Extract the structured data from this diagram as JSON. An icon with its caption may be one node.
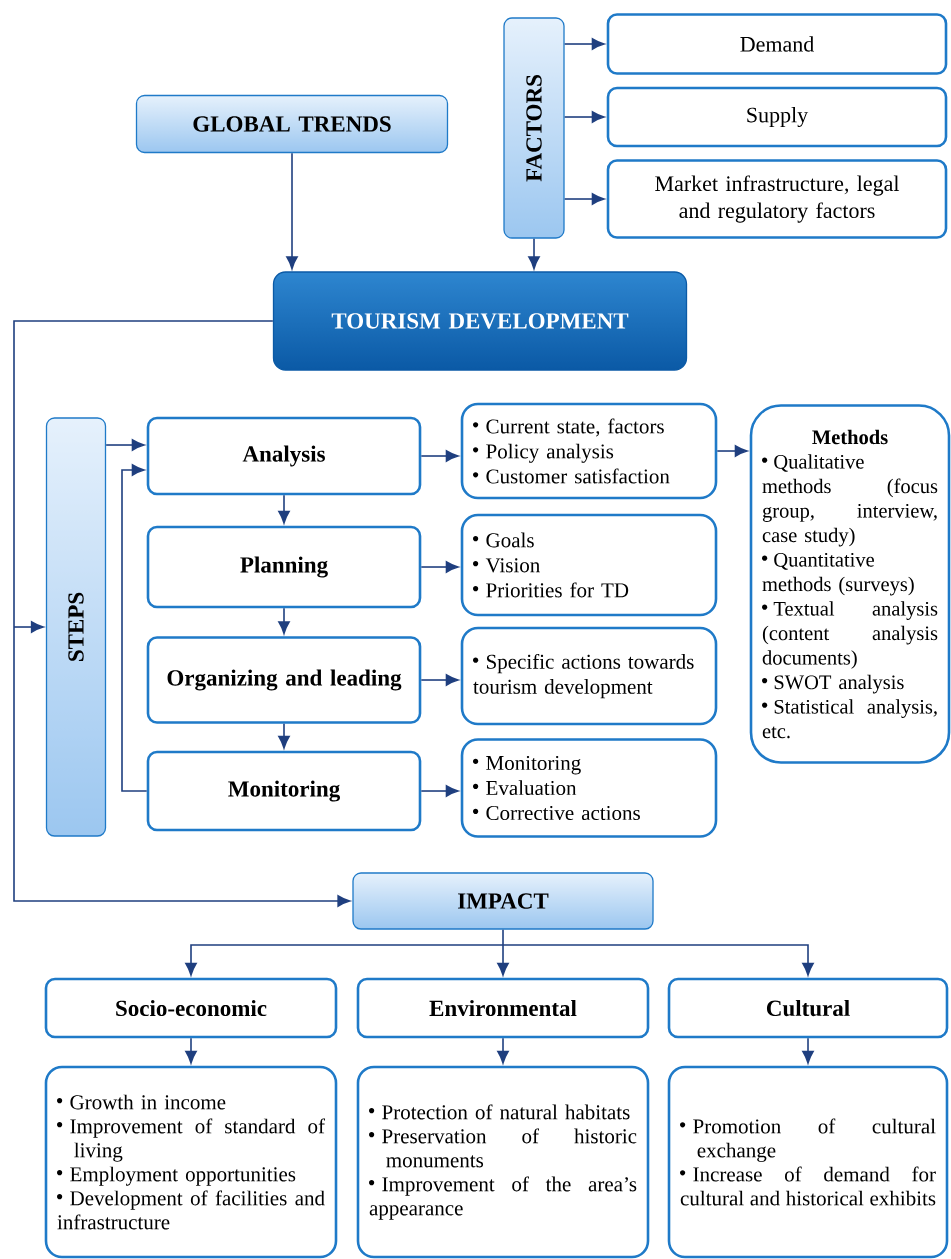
{
  "diagram": {
    "nodes": [
      {
        "text": [
          "GLOBAL TRENDS"
        ]
      },
      {
        "text": [
          "FACTORS"
        ]
      },
      {
        "text": [
          "Demand"
        ]
      },
      {
        "text": [
          "Supply"
        ]
      },
      {
        "text": [
          "Market infrastructure, legal and regulatory factors"
        ]
      },
      {
        "text": [
          "TOURISM DEVELOPMENT"
        ]
      },
      {
        "text": [
          "STEPS"
        ]
      },
      {
        "text": [
          "Analysis"
        ]
      },
      {
        "text": [
          "Current state, factors",
          "Policy analysis",
          "Customer satisfaction"
        ]
      },
      {
        "text": [
          "Methods",
          "Qualitative methods (focus group, interview, case study)",
          "Quantitative methods (surveys)",
          "Textual analysis (content analysis documents)",
          "SWOT analysis",
          "Statistical analysis, etc."
        ]
      },
      {
        "text": [
          "Planning"
        ]
      },
      {
        "text": [
          "Goals",
          "Vision",
          "Priorities for TD"
        ]
      },
      {
        "text": [
          "Organizing and leading"
        ]
      },
      {
        "text": [
          "Specific actions towards tourism development"
        ]
      },
      {
        "text": [
          "Monitoring"
        ]
      },
      {
        "text": [
          "Monitoring",
          "Evaluation",
          "Corrective actions"
        ]
      },
      {
        "text": [
          "IMPACT"
        ]
      },
      {
        "text": [
          "Socio-economic"
        ]
      },
      {
        "text": [
          "Environmental"
        ]
      },
      {
        "text": [
          "Cultural"
        ]
      },
      {
        "text": [
          "Growth in income",
          "Improvement of standard of living",
          "Employment opportunities",
          "Development of facilities and infrastructure"
        ]
      },
      {
        "text": [
          "Protection of natural habitats",
          "Preservation of historic monuments",
          "Improvement of the area’s appearance"
        ]
      },
      {
        "text": [
          "Promotion of cultural exchange",
          "Increase of demand for cultural and historical exhibits"
        ]
      }
    ],
    "edges": [
      {
        "from": 1,
        "to": 2,
        "arrow": "to"
      },
      {
        "from": 1,
        "to": 3,
        "arrow": "to"
      },
      {
        "from": 1,
        "to": 4,
        "arrow": "to"
      },
      {
        "from": 0,
        "to": 5,
        "arrow": "to"
      },
      {
        "from": 1,
        "to": 5,
        "arrow": "to"
      },
      {
        "from": 5,
        "to": 6,
        "arrow": "to"
      },
      {
        "from": 5,
        "to": 16,
        "arrow": "to"
      },
      {
        "from": 6,
        "to": 7,
        "arrow": "to"
      },
      {
        "from": 14,
        "to": 7,
        "arrow": "to"
      },
      {
        "from": 7,
        "to": 10,
        "arrow": "to"
      },
      {
        "from": 10,
        "to": 12,
        "arrow": "to"
      },
      {
        "from": 12,
        "to": 14,
        "arrow": "to"
      },
      {
        "from": 7,
        "to": 8,
        "arrow": "to"
      },
      {
        "from": 10,
        "to": 11,
        "arrow": "to"
      },
      {
        "from": 12,
        "to": 13,
        "arrow": "to"
      },
      {
        "from": 14,
        "to": 15,
        "arrow": "to"
      },
      {
        "from": 8,
        "to": 9,
        "arrow": "to"
      },
      {
        "from": 16,
        "to": 17,
        "arrow": "to"
      },
      {
        "from": 16,
        "to": 18,
        "arrow": "to"
      },
      {
        "from": 16,
        "to": 19,
        "arrow": "to"
      },
      {
        "from": 17,
        "to": 20,
        "arrow": "to"
      },
      {
        "from": 18,
        "to": 21,
        "arrow": "to"
      },
      {
        "from": 19,
        "to": 22,
        "arrow": "to"
      }
    ]
  }
}
